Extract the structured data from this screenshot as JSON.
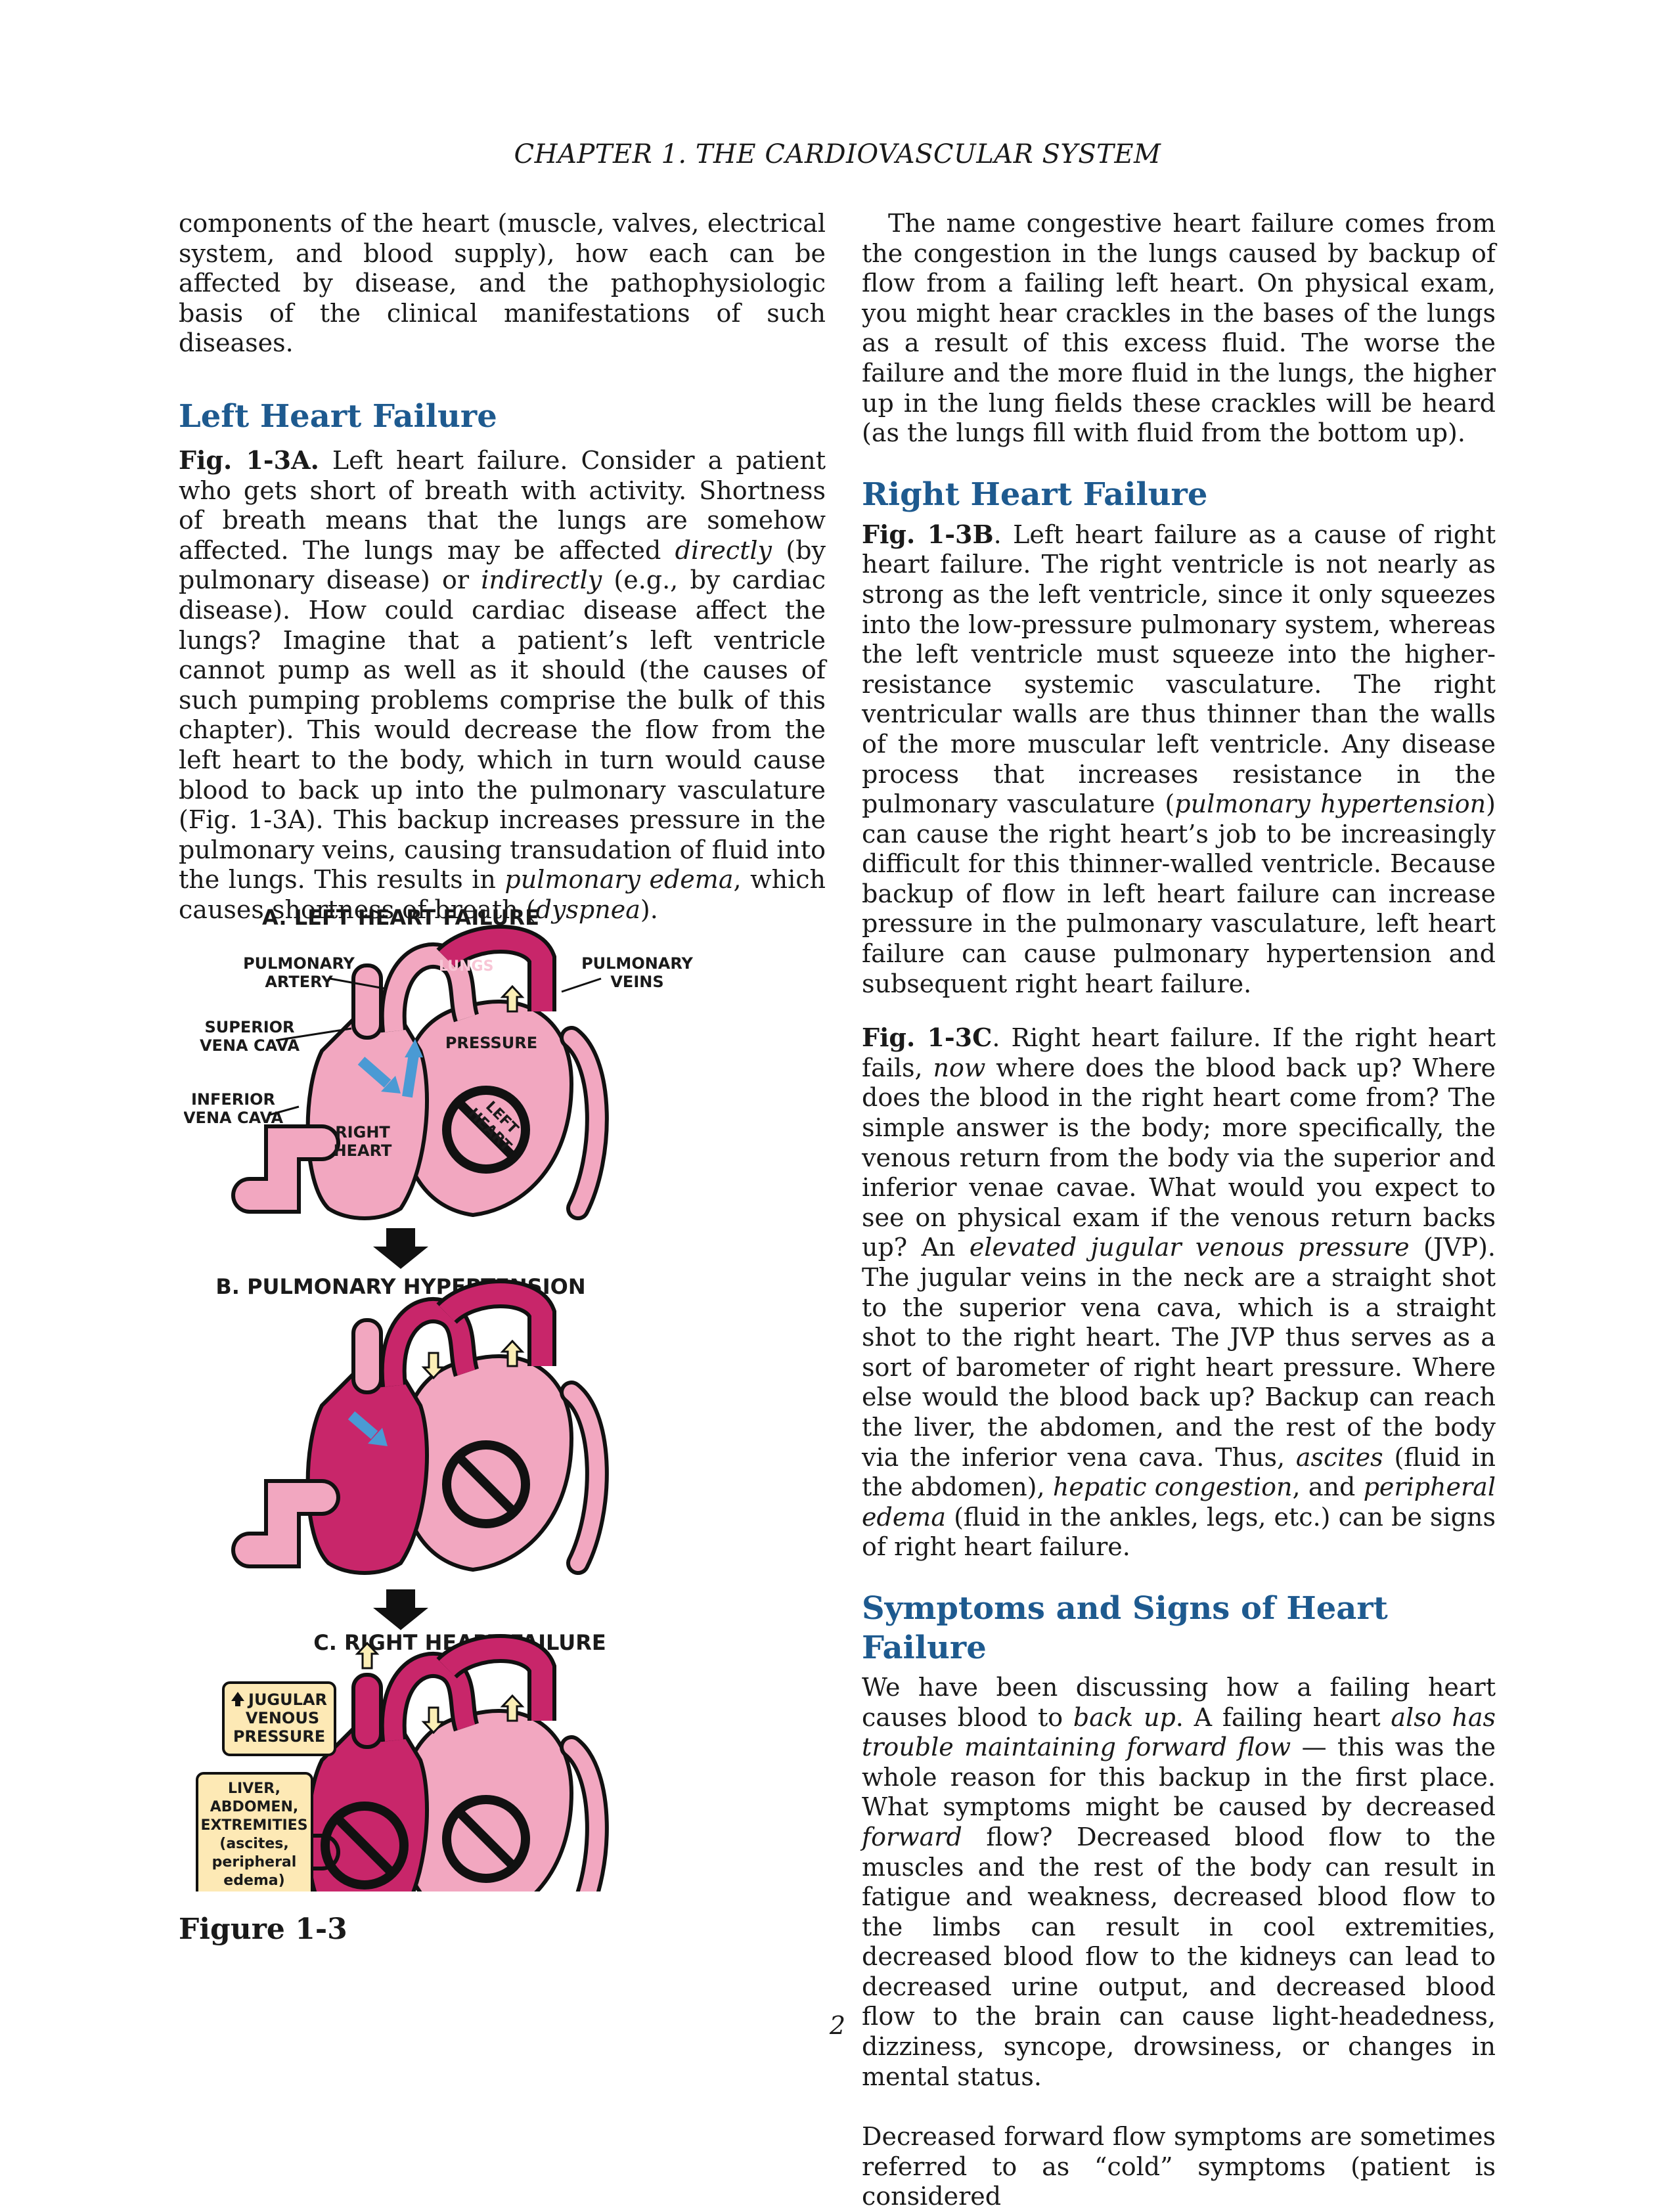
{
  "header": {
    "running_head": "CHAPTER 1.  THE CARDIOVASCULAR SYSTEM"
  },
  "left": {
    "intro": "components of the heart (muscle, valves, electrical system, and blood supply), how each can be affected by disease, and the pathophysiologic basis of the clinical manifestations of such diseases.",
    "lhf_heading": "Left Heart Failure",
    "lhf_figref": "Fig. 1-3A.",
    "lhf_p1": " Left heart failure. Consider a patient who gets short of breath with activity. Shortness of breath means that the lungs are somehow affected. The lungs may be affected ",
    "lhf_directly": "directly",
    "lhf_p2": " (by pulmonary disease) or ",
    "lhf_indirectly": "indirectly",
    "lhf_p3": " (e.g., by cardiac disease). How could cardiac disease affect the lungs? Imagine that a patient’s left ventricle cannot pump as well as it should (the causes of such pumping problems comprise the bulk of this chapter). This would decrease the flow from the left heart to the body, which in turn would cause blood to back up into the pulmonary vasculature (Fig. 1-3A). This backup increases pressure in the pulmonary veins, causing transudation of fluid into the lungs. This results in ",
    "lhf_edema": "pulmonary edema",
    "lhf_p4": ", which causes shortness of breath (",
    "lhf_dyspnea": "dyspnea",
    "lhf_p5": ")."
  },
  "figure": {
    "caption": "Figure 1-3",
    "panel_a": "A. LEFT HEART FAILURE",
    "panel_b": "B. PULMONARY HYPERTENSION",
    "panel_c": "C. RIGHT HEART FAILURE",
    "pulm_artery": [
      "PULMONARY",
      "ARTERY"
    ],
    "pulm_veins": [
      "PULMONARY",
      "VEINS"
    ],
    "svc": [
      "SUPERIOR",
      "VENA CAVA"
    ],
    "ivc": [
      "INFERIOR",
      "VENA CAVA"
    ],
    "lungs": "LUNGS",
    "pressure": "PRESSURE",
    "right_heart": [
      "RIGHT",
      "HEART"
    ],
    "left_heart": [
      "LEFT",
      "HEART"
    ],
    "jvp_box": [
      "JUGULAR",
      "VENOUS",
      "PRESSURE"
    ],
    "liver_box": [
      "LIVER,",
      "ABDOMEN,",
      "EXTREMITIES",
      "(ascites,",
      "peripheral",
      "edema)"
    ],
    "colors": {
      "dark": "#c8266a",
      "light": "#f2a7c0",
      "arrow_blue": "#4a9ad4",
      "box_fill": "#fde9b5",
      "yellow_arrow": "#fbeeb5"
    }
  },
  "right": {
    "chf_p": "The name congestive heart failure comes from the congestion in the lungs caused by backup of flow from a failing left heart. On physical exam, you might hear crackles in the bases of the lungs as a result of this excess fluid. The worse the failure and the more fluid in the lungs, the higher up in the lung fields these crackles will be heard (as the lungs fill with fluid from the bottom up).",
    "rhf_heading": "Right Heart Failure",
    "b_figref": "Fig. 1-3B",
    "b_p1": ". Left heart failure as a cause of right heart failure. The right ventricle is not nearly as strong as the left ventricle, since it only squeezes into the low-pressure pulmonary system, whereas the left ventricle must squeeze into the higher-resistance systemic vasculature. The right ventricular walls are thus thinner than the walls of the more muscular left ventricle. Any disease process that increases resistance in the pulmonary vasculature (",
    "b_pht": "pulmonary hypertension",
    "b_p2": ") can cause the right heart’s job to be increasingly difficult for this thinner-walled ventricle. Because backup of flow in left heart failure can increase pressure in the pulmonary vasculature, left heart failure can cause pulmonary hypertension and subsequent right heart failure.",
    "c_figref": "Fig. 1-3C",
    "c_p1": ". Right heart failure. If the right heart fails, ",
    "c_now": "now",
    "c_p2": " where does the blood back up? Where does the blood in the right heart come from? The simple answer is the body; more specifically, the venous return from the body via the superior and inferior venae cavae. What would you expect to see on physical exam if the venous return backs up? An ",
    "c_jvp": "elevated jugular venous pressure",
    "c_p3": " (JVP). The jugular veins in the neck are a straight shot to the superior vena cava, which is a straight shot to the right heart. The JVP thus serves as a sort of barometer of right heart pressure. Where else would the blood back up? Backup can reach the liver, the abdomen, and the rest of the body via the inferior vena cava. Thus, ",
    "c_ascites": "ascites",
    "c_p4": " (fluid in the abdomen), ",
    "c_hepatic": "hepatic congestion",
    "c_p5": ", and ",
    "c_peripheral": "peripheral edema",
    "c_p6": " (fluid in the ankles, legs, etc.) can be signs of right heart failure.",
    "sym_heading": "Symptoms and Signs of Heart Failure",
    "s_p1": "We have been discussing how a failing heart causes blood to ",
    "s_backup": "back up",
    "s_p2": ". A failing heart ",
    "s_also": "also has trouble maintaining forward flow",
    "s_p3": " — this was the whole reason for this backup in the first place. What symptoms might be caused by decreased ",
    "s_forward": "forward",
    "s_p4": " flow? Decreased blood flow to the muscles and the rest of the body can result in fatigue and weakness, decreased blood flow to the limbs can result in cool extremities, decreased blood flow to the kidneys can lead to decreased urine output, and decreased blood flow to the brain can cause light-headedness, dizziness, syncope, drowsiness, or changes in mental status.",
    "cold_p": "Decreased forward flow symptoms are sometimes referred to as “cold” symptoms (patient is considered"
  },
  "footer": {
    "page_number": "2"
  }
}
